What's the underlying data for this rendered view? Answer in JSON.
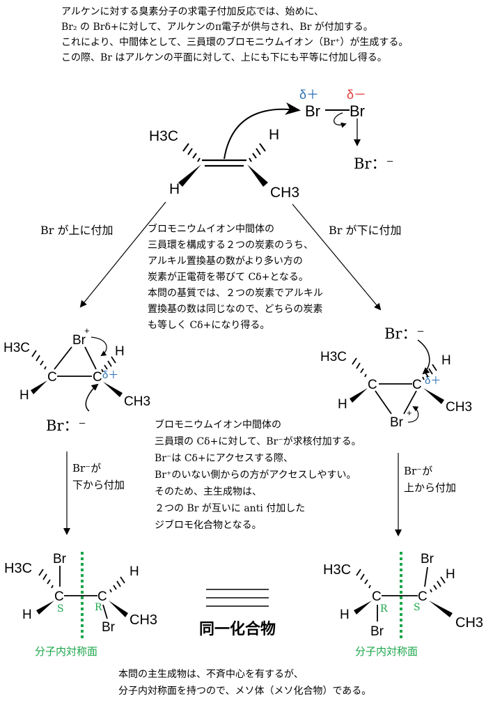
{
  "intro_lines": [
    "アルケンに対する臭素分子の求電子付加反応では、始めに、",
    "Br₂ の Brδ+に対して、アルケンのπ電子が供与され、Br が付加する。",
    "これにより、中間体として、三員環のブロモニウムイオン（Br⁺）が生成する。",
    "この際、Br はアルケンの平面に対して、上にも下にも平等に付加し得る。"
  ],
  "reactant": {
    "h3c": "H3C",
    "h_top": "H",
    "h_bottom": "H",
    "ch3": "CH3",
    "br1": "Br",
    "br2": "Br",
    "delta_plus": "δ＋",
    "delta_minus": "δ－",
    "bromide": "Br：⁻"
  },
  "branch": {
    "left_label": "Br が上に付加",
    "right_label": "Br が下に付加"
  },
  "explain_lines": [
    "ブロモニウムイオン中間体の",
    "三員環を構成する２つの炭素のうち、",
    "アルキル置換基の数がより多い方の",
    "炭素が正電荷を帯びて Cδ+となる。",
    "本問の基質では、２つの炭素でアルキル",
    "置換基の数は同じなので、どちらの炭素",
    "も等しく Cδ+になり得る。"
  ],
  "left_intermediate": {
    "br_plus": "Br",
    "plus": "+",
    "h3c": "H3C",
    "c1": "C",
    "c2": "C",
    "h_left": "H",
    "h_right": "H",
    "ch3": "CH3",
    "delta_plus": "δ＋",
    "bromide": "Br：⁻"
  },
  "right_intermediate": {
    "bromide": "Br：⁻",
    "h3c": "H3C",
    "c1": "C",
    "c2": "C",
    "h_right": "H",
    "h_left": "H",
    "ch3": "CH3",
    "br_plus": "Br",
    "plus": "+",
    "delta_plus": "δ＋"
  },
  "attack_lines": [
    "ブロモニウムイオン中間体の",
    "三員環の Cδ+に対して、Br⁻が求核付加する。",
    "Br⁻は Cδ+にアクセスする際、",
    "Br⁺のいない側からの方がアクセスしやすい。",
    "そのため、主生成物は、",
    "２つの Br が互いに anti 付加した",
    "ジブロモ化合物となる。"
  ],
  "left_step": [
    "Br⁻が",
    "下から付加"
  ],
  "right_step": [
    "Br⁻が",
    "上から付加"
  ],
  "left_product": {
    "h3c": "H3C",
    "br_top": "Br",
    "c1": "C",
    "c2": "C",
    "h_right": "H",
    "h_left": "H",
    "s_label": "S",
    "r_label": "R",
    "ch3": "CH3",
    "br_bottom": "Br",
    "plane_label": "分子内対称面"
  },
  "right_product": {
    "h3c": "H3C",
    "br_top": "Br",
    "h_right": "H",
    "c1": "C",
    "c2": "C",
    "r_label": "R",
    "s_label": "S",
    "h_left": "H",
    "ch3": "CH3",
    "br_bottom": "Br",
    "plane_label": "分子内対称面"
  },
  "identical_label": "同一化合物",
  "conclusion_lines": [
    "本問の主生成物は、不斉中心を有するが、",
    "分子内対称面を持つので、メソ体（メソ化合物）である。"
  ],
  "colors": {
    "blue": "#2b6fb3",
    "red": "#e53935",
    "green": "#1aa64a"
  }
}
